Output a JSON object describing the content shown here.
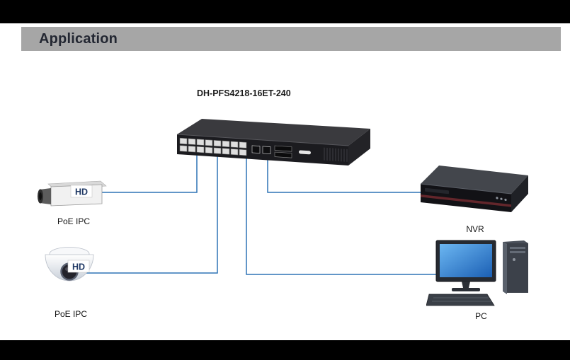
{
  "header": {
    "title": "Application"
  },
  "diagram": {
    "switch": {
      "model": "DH-PFS4218-16ET-240"
    },
    "devices": {
      "box_camera": {
        "label": "PoE IPC",
        "badge": "HD"
      },
      "dome_camera": {
        "label": "PoE IPC",
        "badge": "HD"
      },
      "nvr": {
        "label": "NVR"
      },
      "pc": {
        "label": "PC"
      }
    },
    "colors": {
      "connection_line": "#2e74b5",
      "header_bar": "#a6a6a6",
      "badge_text": "#1f3864"
    }
  }
}
